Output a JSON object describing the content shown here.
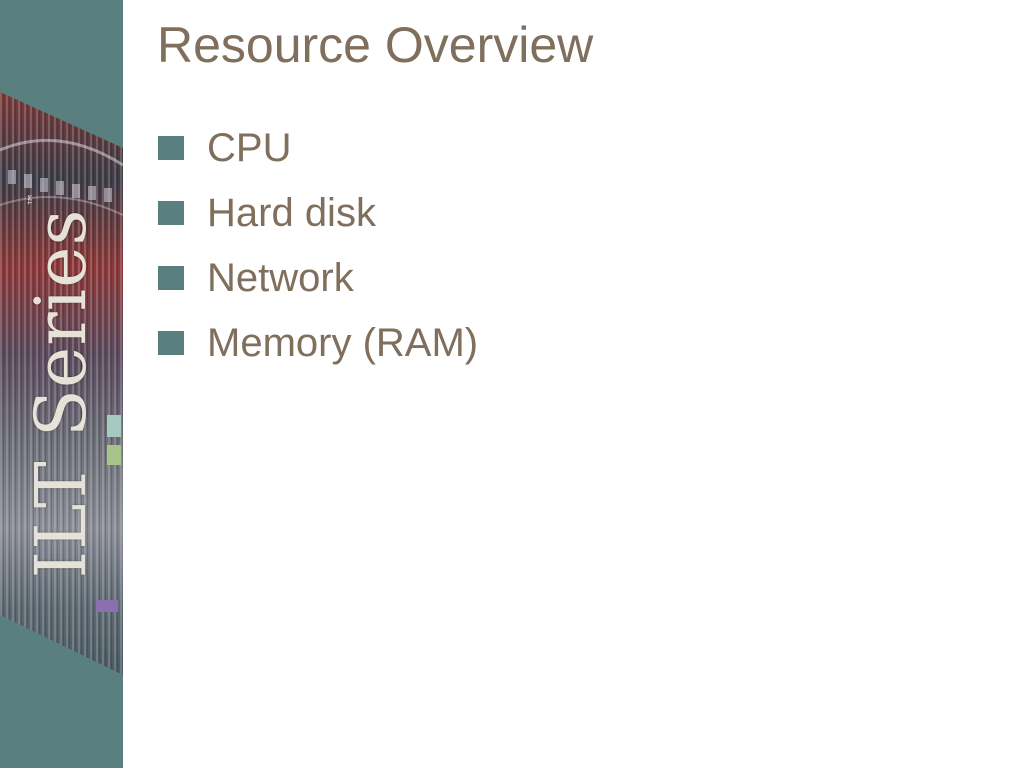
{
  "slide": {
    "title": "Resource Overview",
    "bullets": [
      {
        "label": "CPU"
      },
      {
        "label": "Hard disk"
      },
      {
        "label": "Network"
      },
      {
        "label": "Memory (RAM)"
      }
    ]
  },
  "sidebar": {
    "brand_text": "ILT Series",
    "trademark": "™"
  },
  "colors": {
    "accent_teal": "#5a7f7f",
    "text_brown": "#7f6f5c",
    "brand_cream": "#e7e2d8"
  }
}
